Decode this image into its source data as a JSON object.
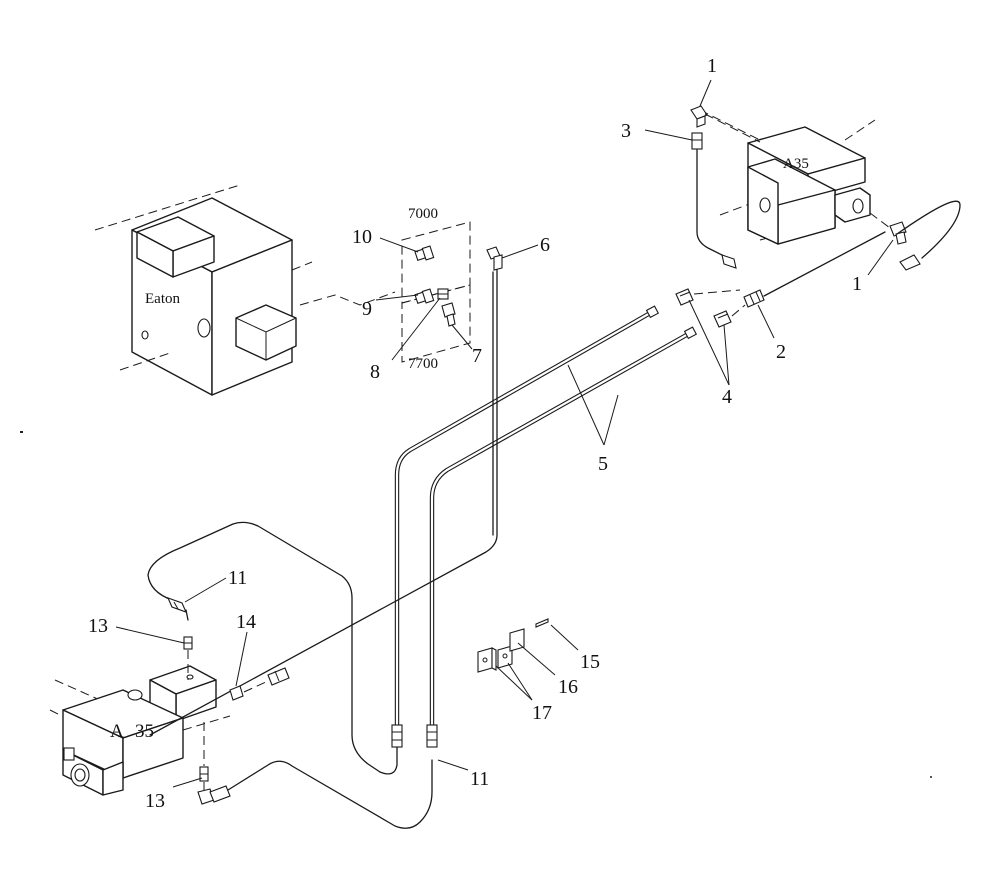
{
  "component_labels": {
    "eaton": "Eaton",
    "a35_right": "A35",
    "a35_left_a": "A",
    "a35_left_num": "35",
    "box_7000": "7000",
    "box_7700": "7700"
  },
  "callouts": {
    "c1_top": "1",
    "c1_right": "1",
    "c2": "2",
    "c3": "3",
    "c4": "4",
    "c5": "5",
    "c6": "6",
    "c7": "7",
    "c8": "8",
    "c9": "9",
    "c10": "10",
    "c11_top": "11",
    "c11_bottom": "11",
    "c13_top": "13",
    "c13_bottom": "13",
    "c14": "14",
    "c15": "15",
    "c16": "16",
    "c17": "17"
  }
}
